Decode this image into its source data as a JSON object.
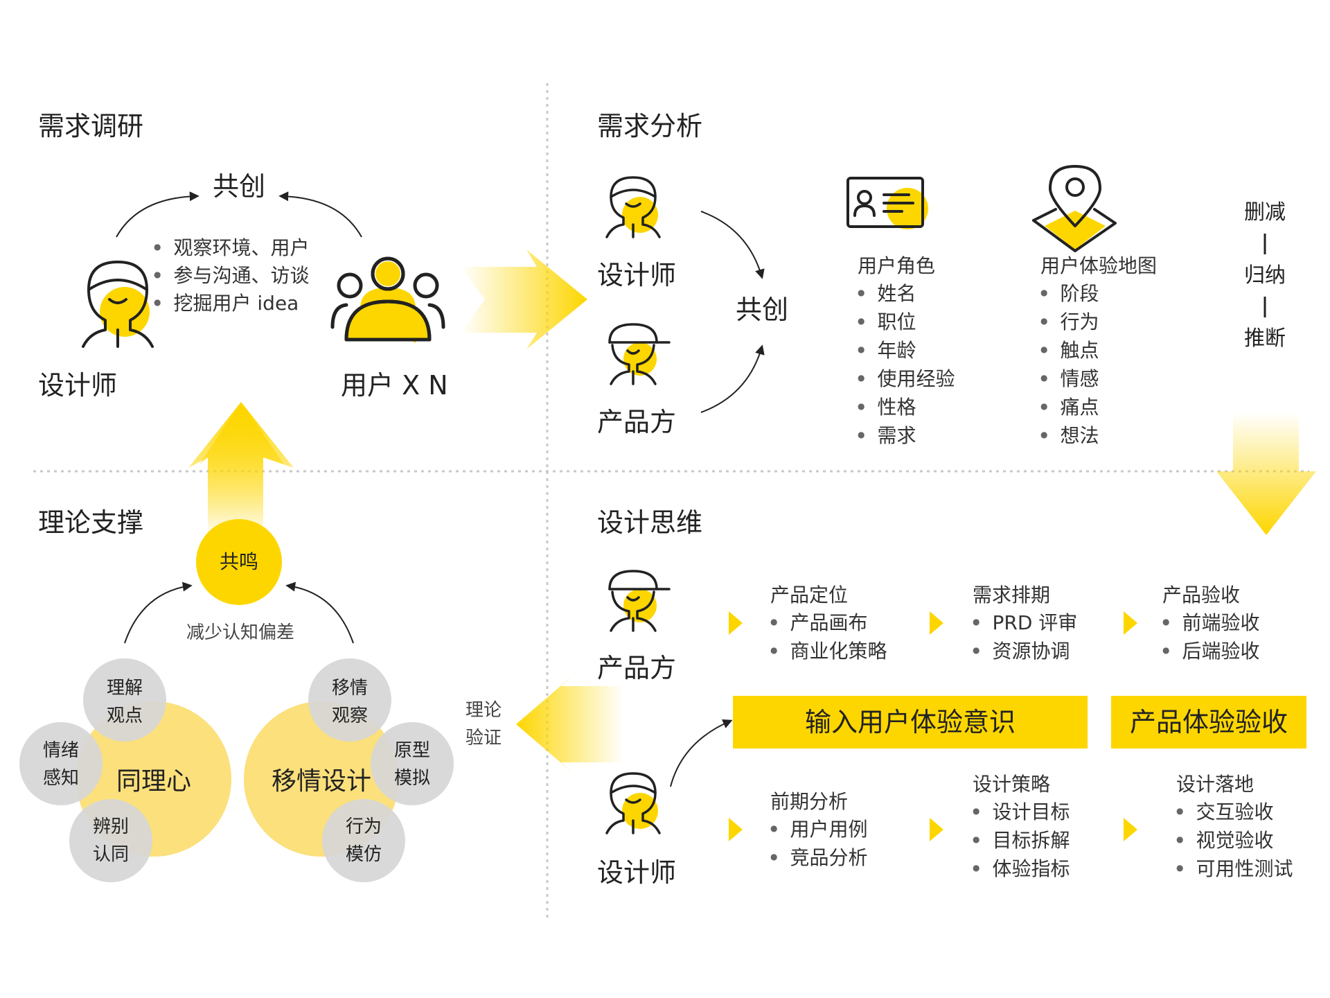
{
  "colors": {
    "accent": "#fdd600",
    "accent_light": "#fbe07c",
    "gray": "#d6d6d6",
    "line": "#222222",
    "divider": "#c8c8c8"
  },
  "research": {
    "title": "需求调研",
    "cocreate": "共创",
    "bullets": [
      "观察环境、用户",
      "参与沟通、访谈",
      "挖掘用户 idea"
    ],
    "designer": "设计师",
    "users": "用户 X N"
  },
  "analysis": {
    "title": "需求分析",
    "designer": "设计师",
    "product": "产品方",
    "cocreate": "共创",
    "persona": {
      "heading": "用户角色",
      "items": [
        "姓名",
        "职位",
        "年龄",
        "使用经验",
        "性格",
        "需求"
      ]
    },
    "journey": {
      "heading": "用户体验地图",
      "items": [
        "阶段",
        "行为",
        "触点",
        "情感",
        "痛点",
        "想法"
      ]
    },
    "steps": [
      "删减",
      "归纳",
      "推断"
    ]
  },
  "theory": {
    "title": "理论支撑",
    "resonance": "共鸣",
    "reduce_bias": "减少认知偏差",
    "empathy": {
      "center": "同理心",
      "petals": [
        [
          "理解",
          "观点"
        ],
        [
          "情绪",
          "感知"
        ],
        [
          "辨别",
          "认同"
        ]
      ]
    },
    "empathy_design": {
      "center": "移情设计",
      "petals": [
        [
          "移情",
          "观察"
        ],
        [
          "原型",
          "模拟"
        ],
        [
          "行为",
          "模仿"
        ]
      ]
    },
    "verify": [
      "理论",
      "验证"
    ]
  },
  "thinking": {
    "title": "设计思维",
    "product": "产品方",
    "designer": "设计师",
    "product_stages": [
      {
        "heading": "产品定位",
        "items": [
          "产品画布",
          "商业化策略"
        ]
      },
      {
        "heading": "需求排期",
        "items": [
          "PRD 评审",
          "资源协调"
        ]
      },
      {
        "heading": "产品验收",
        "items": [
          "前端验收",
          "后端验收"
        ]
      }
    ],
    "banner_left": "输入用户体验意识",
    "banner_right": "产品体验验收",
    "designer_stages": [
      {
        "heading": "前期分析",
        "items": [
          "用户用例",
          "竞品分析"
        ]
      },
      {
        "heading": "设计策略",
        "items": [
          "设计目标",
          "目标拆解",
          "体验指标"
        ]
      },
      {
        "heading": "设计落地",
        "items": [
          "交互验收",
          "视觉验收",
          "可用性测试"
        ]
      }
    ]
  }
}
